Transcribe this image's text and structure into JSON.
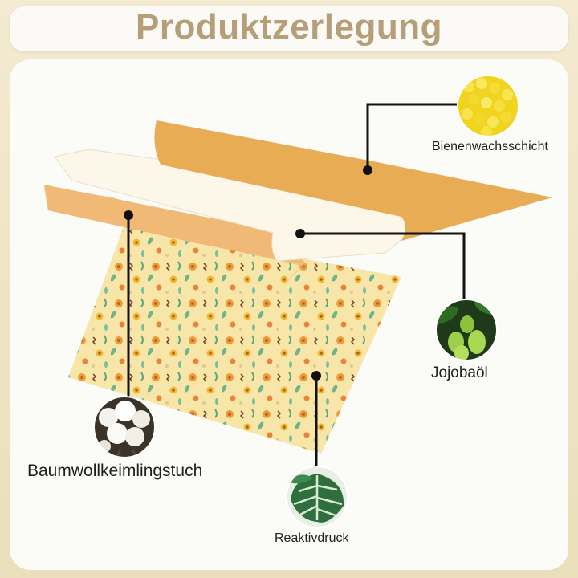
{
  "title": "Produktzerlegung",
  "labels": {
    "beeswax": "Bienenwachsschicht",
    "jojoba": "Jojobaöl",
    "cotton": "Baumwollkeimlingstuch",
    "print": "Reaktivdruck"
  },
  "colors": {
    "title": "#b59e78",
    "beeswax_layer": "#e8ac55",
    "beeswax_layer_light": "#f2c27e",
    "oil_layer": "#fdf7ea",
    "fabric": "#f7e6a8",
    "leader_line": "#111111"
  },
  "icons": {
    "beeswax": "beeswax-pellets-icon",
    "jojoba": "jojoba-fruit-icon",
    "cotton": "cotton-boll-icon",
    "print": "monstera-leaf-icon"
  }
}
